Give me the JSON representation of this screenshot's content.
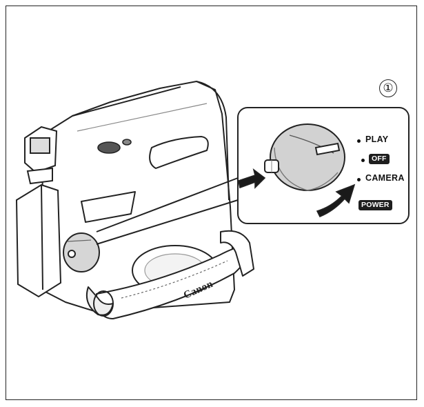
{
  "callout": {
    "step_number": "①",
    "positions": {
      "play": "PLAY",
      "off": "OFF",
      "camera": "CAMERA"
    },
    "switch_name": "POWER"
  },
  "strap": {
    "brand": "Canon"
  }
}
